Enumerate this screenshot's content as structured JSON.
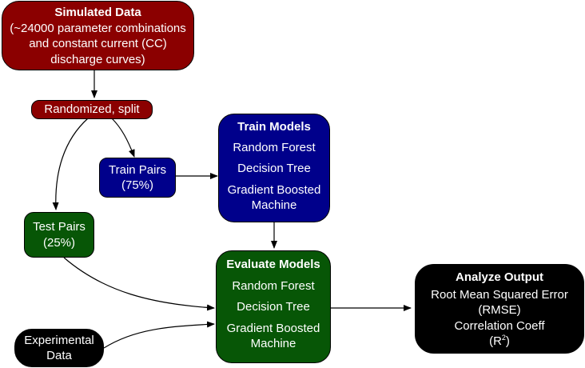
{
  "simulated": {
    "title": "Simulated Data",
    "lines": [
      "(~24000 parameter combinations",
      "and constant current (CC)",
      "discharge curves)"
    ]
  },
  "randomized": {
    "label": "Randomized, split"
  },
  "train_pairs": {
    "lines": [
      "Train Pairs",
      "(75%)"
    ]
  },
  "test_pairs": {
    "lines": [
      "Test Pairs",
      "(25%)"
    ]
  },
  "train_models": {
    "title": "Train Models",
    "items": [
      "Random Forest",
      "Decision Tree",
      "Gradient Boosted",
      "Machine"
    ]
  },
  "evaluate_models": {
    "title": "Evaluate Models",
    "items": [
      "Random Forest",
      "Decision Tree",
      "Gradient Boosted",
      "Machine"
    ]
  },
  "experimental": {
    "lines": [
      "Experimental",
      "Data"
    ]
  },
  "analyze": {
    "title": "Analyze Output",
    "lines": [
      "Root Mean Squared Error",
      "(RMSE)",
      "Correlation Coeff"
    ],
    "r2_base": "(R",
    "r2_sup": "2",
    "r2_end": ")"
  },
  "colors": {
    "red": "#8b0000",
    "blue": "#00008b",
    "green": "#075606",
    "black": "#000000"
  }
}
